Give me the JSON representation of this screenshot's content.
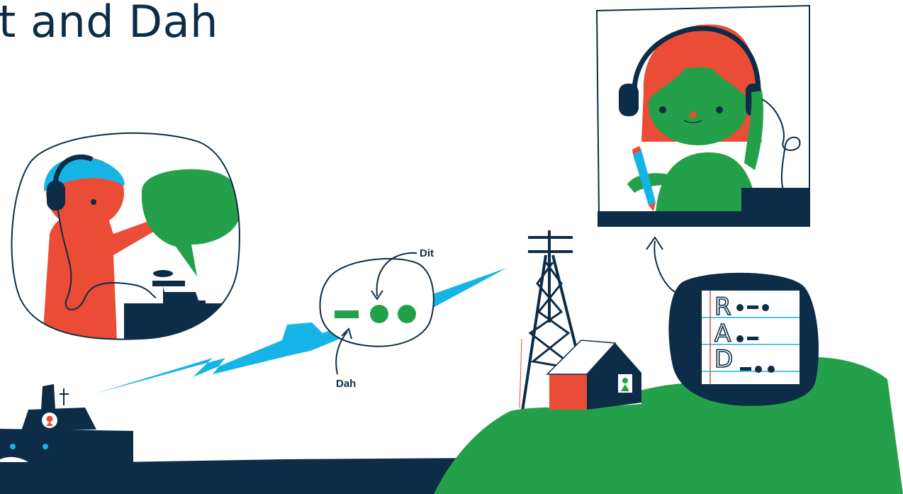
{
  "title": "t and Dah",
  "labels": {
    "dit": "Dit",
    "dah": "Dah"
  },
  "notepad": {
    "lines": [
      {
        "letter": "R",
        "code": "•–•"
      },
      {
        "letter": "A",
        "code": "•–"
      },
      {
        "letter": "D",
        "code": "–••"
      }
    ]
  },
  "colors": {
    "navy": "#0d2c47",
    "green": "#24a04a",
    "red": "#ea4c35",
    "blue": "#16b4e6",
    "white": "#ffffff"
  }
}
